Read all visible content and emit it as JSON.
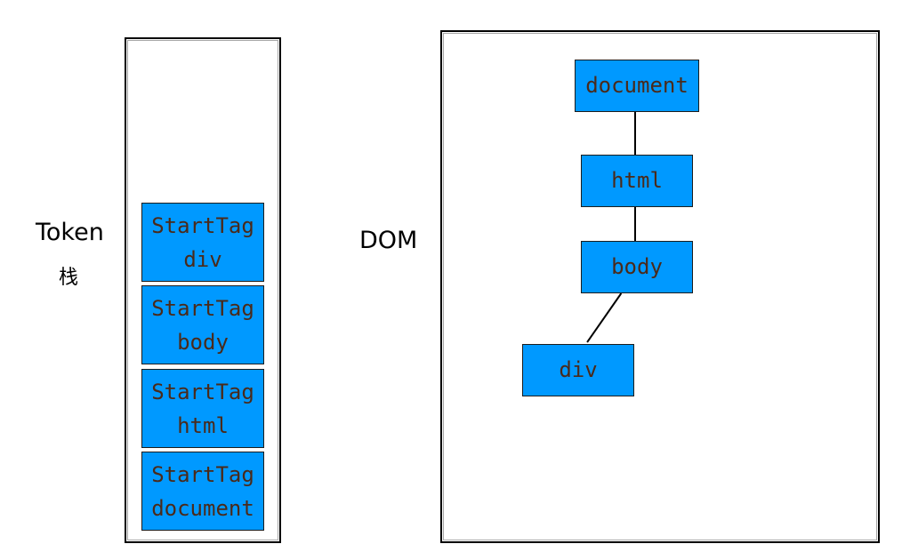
{
  "labels": {
    "token": "Token",
    "stack": "栈",
    "dom": "DOM"
  },
  "colors": {
    "box_fill": "#0099ff",
    "box_text": "#4a2a1a",
    "line": "#000000"
  },
  "token_stack": [
    {
      "line1": "StartTag",
      "line2": "div"
    },
    {
      "line1": "StartTag",
      "line2": "body"
    },
    {
      "line1": "StartTag",
      "line2": "html"
    },
    {
      "line1": "StartTag",
      "line2": "document"
    }
  ],
  "dom_tree": {
    "nodes": {
      "document": "document",
      "html": "html",
      "body": "body",
      "div": "div"
    },
    "edges": [
      [
        "document",
        "html"
      ],
      [
        "html",
        "body"
      ],
      [
        "body",
        "div"
      ]
    ]
  }
}
